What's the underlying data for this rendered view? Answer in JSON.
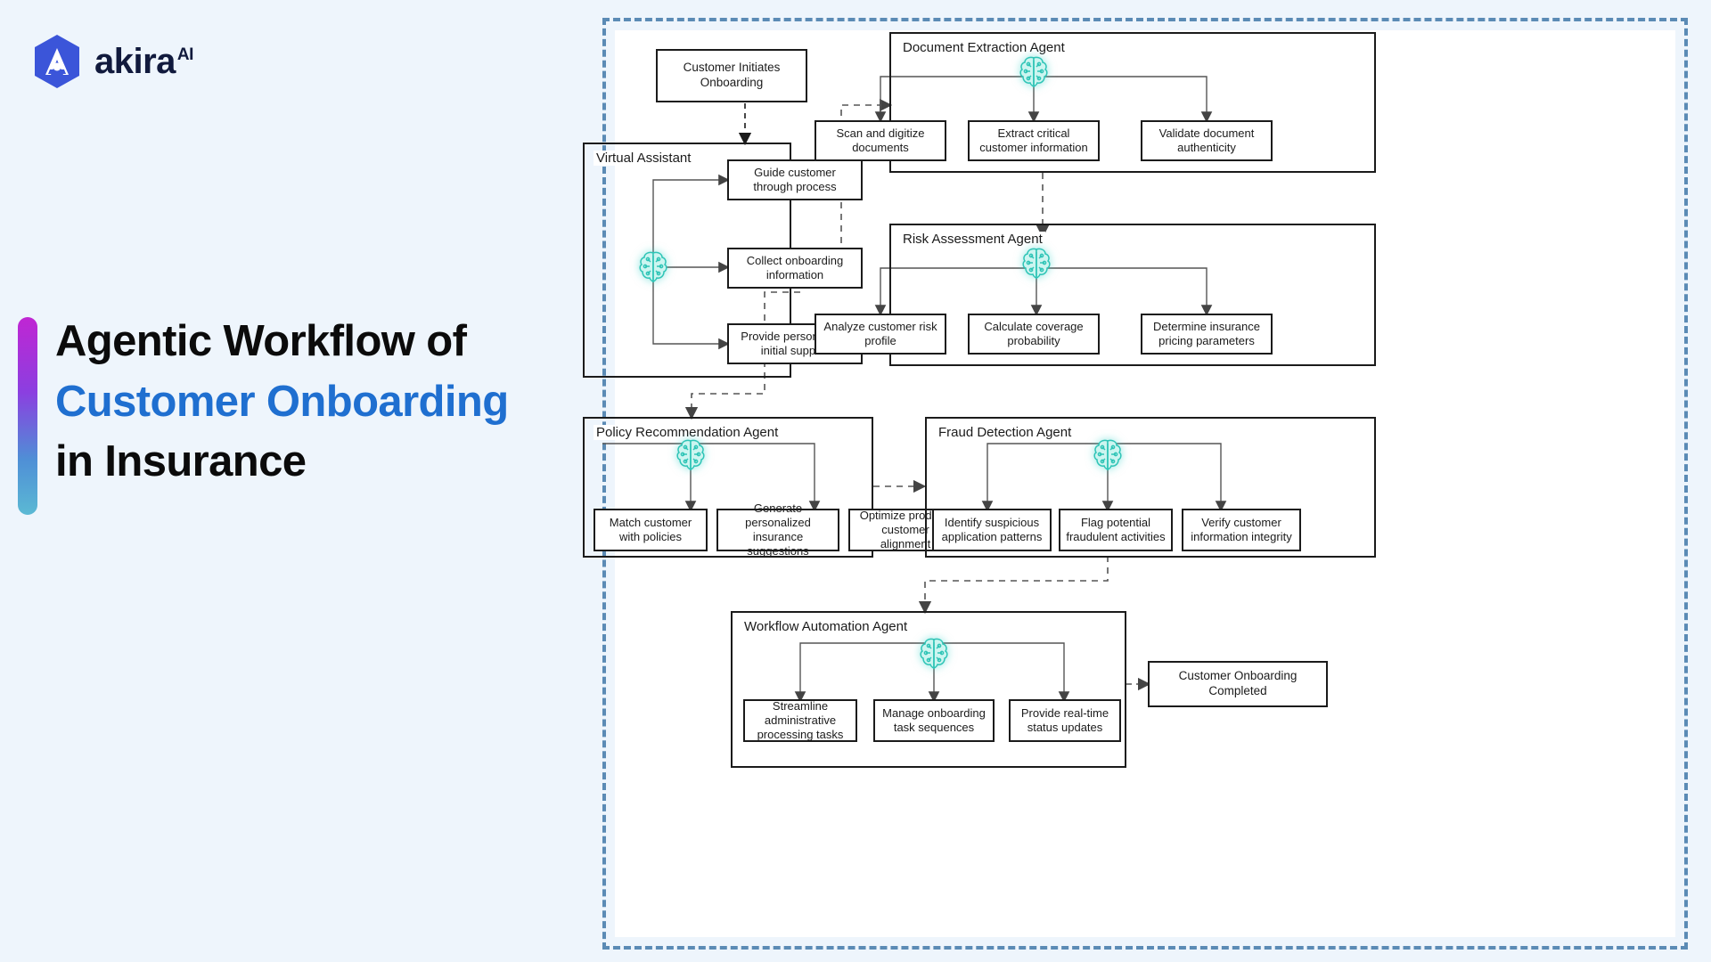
{
  "brand": {
    "name": "akira",
    "superscript": "AI",
    "logo_icon": "akira-hexagon-logo"
  },
  "heading": {
    "line1": "Agentic Workflow of",
    "line2": "Customer Onboarding",
    "line3": "in Insurance",
    "accent_color": "#1f6fd0",
    "bar_gradient_start": "#c026d3",
    "bar_gradient_end": "#5bb9d4"
  },
  "diagram": {
    "border_color": "#5b8bb5",
    "start_node": "Customer Initiates Onboarding",
    "end_node": "Customer Onboarding Completed",
    "agent_icon": "brain-circuit-icon",
    "agents": [
      {
        "id": "virtual-assistant",
        "title": "Virtual Assistant",
        "tasks": [
          "Guide customer through process",
          "Collect onboarding information",
          "Provide personalized initial support"
        ]
      },
      {
        "id": "document-extraction-agent",
        "title": "Document Extraction Agent",
        "tasks": [
          "Scan and digitize documents",
          "Extract critical customer information",
          "Validate document authenticity"
        ]
      },
      {
        "id": "risk-assessment-agent",
        "title": "Risk Assessment Agent",
        "tasks": [
          "Analyze customer risk profile",
          "Calculate coverage probability",
          "Determine insurance pricing parameters"
        ]
      },
      {
        "id": "policy-recommendation-agent",
        "title": "Policy Recommendation Agent",
        "tasks": [
          "Match customer with policies",
          "Generate personalized insurance suggestions",
          "Optimize product-customer alignment"
        ]
      },
      {
        "id": "fraud-detection-agent",
        "title": "Fraud Detection Agent",
        "tasks": [
          "Identify suspicious application patterns",
          "Flag potential fraudulent activities",
          "Verify customer information integrity"
        ]
      },
      {
        "id": "workflow-automation-agent",
        "title": "Workflow Automation Agent",
        "tasks": [
          "Streamline administrative processing tasks",
          "Manage onboarding task sequences",
          "Provide real-time status updates"
        ]
      }
    ]
  }
}
